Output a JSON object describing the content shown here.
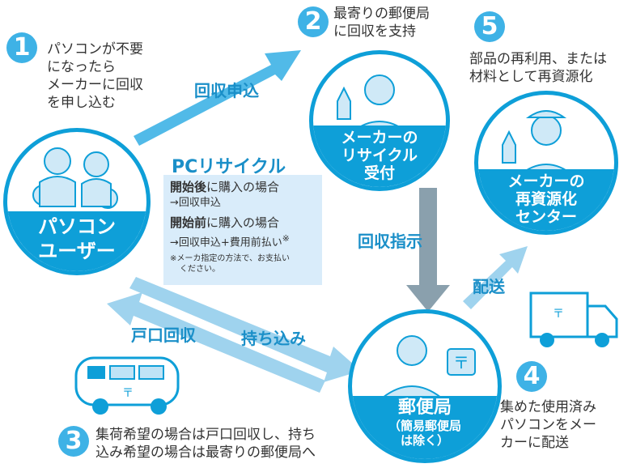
{
  "colors": {
    "blue": "#0e9fd8",
    "light_blue": "#3eb2e6",
    "pale_blue": "#bfe3f6",
    "box_bg": "#d9ecfa",
    "dark_text": "#333333",
    "accent_text": "#1a8fc8"
  },
  "steps": [
    {
      "number": "1",
      "text_lines": [
        "パソコンが不要",
        "になったら",
        "メーカーに回収",
        "を申し込む"
      ]
    },
    {
      "number": "2",
      "text_lines": [
        "最寄りの郵便局",
        "に回収を支持"
      ]
    },
    {
      "number": "3",
      "text_lines": [
        "集荷希望の場合は戸口回収し、持ち",
        "込み希望の場合は最寄りの郵便局へ"
      ]
    },
    {
      "number": "4",
      "text_lines": [
        "集めた使用済み",
        "パソコンをメー",
        "カーに配送"
      ]
    },
    {
      "number": "5",
      "text_lines": [
        "部品の再利用、または",
        "材料として再資源化"
      ]
    }
  ],
  "nodes": {
    "user": {
      "label_lines": [
        "パソコン",
        "ユーザー"
      ]
    },
    "maker_reception": {
      "label_lines": [
        "メーカーの",
        "リサイクル",
        "受付"
      ]
    },
    "recycling_center": {
      "label_lines": [
        "メーカーの",
        "再資源化",
        "センター"
      ]
    },
    "post_office": {
      "label_lines": [
        "郵便局",
        "（簡易郵便局",
        "は除く）"
      ]
    }
  },
  "arrows": {
    "apply": "回収申込",
    "instruct": "回収指示",
    "deliver": "配送",
    "door_collect": "戸口回収",
    "bring_in": "持ち込み"
  },
  "pc_recycle": {
    "title": "PCリサイクル",
    "case_after_bold": "開始後",
    "case_after_rest": "に購入の場合",
    "case_after_sub": "→回収申込",
    "case_before_bold": "開始前",
    "case_before_rest": "に購入の場合",
    "case_before_sub": "→回収申込+費用前払い",
    "case_before_mark": "※",
    "footnote_lines": [
      "※メーカ指定の方法で、お支払い",
      "ください。"
    ]
  }
}
